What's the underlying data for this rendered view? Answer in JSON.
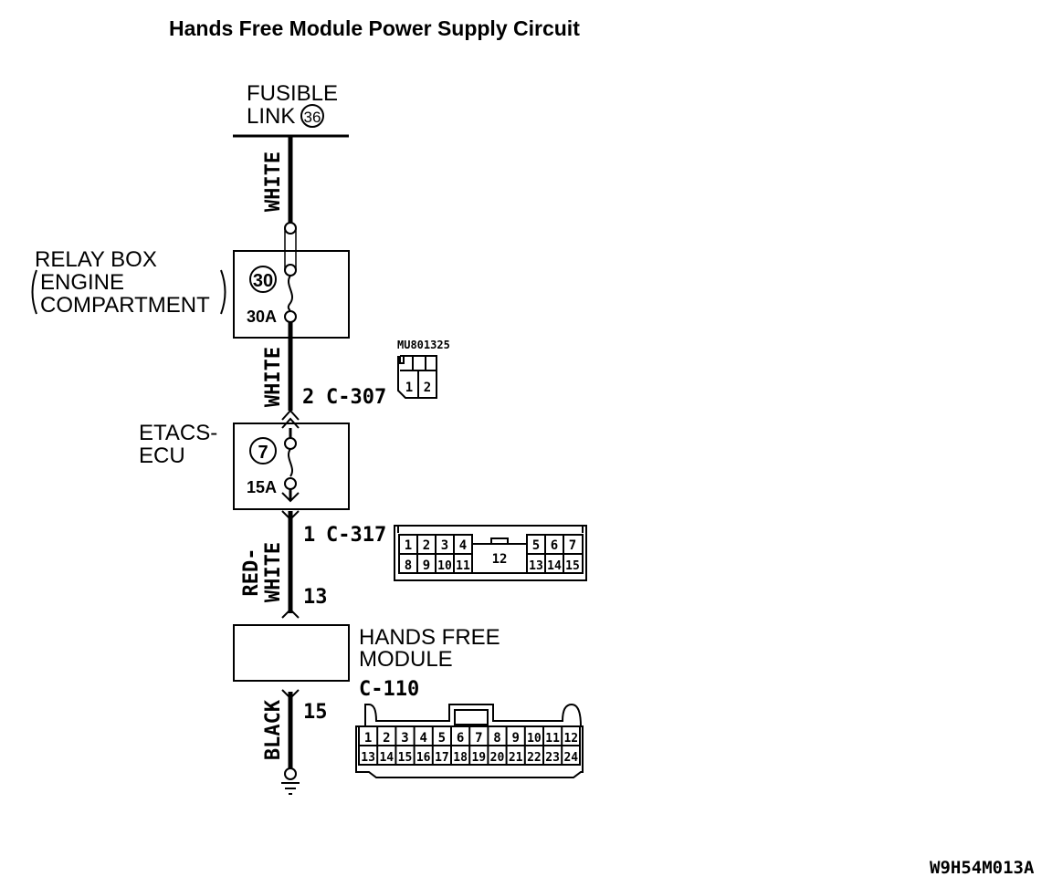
{
  "title": "Hands Free Module Power Supply Circuit",
  "fusible_link": {
    "line1": "FUSIBLE",
    "line2": "LINK",
    "number": "36"
  },
  "wires": {
    "white_top": "WHITE",
    "white_mid": "WHITE",
    "red_white_1": "RED-",
    "red_white_2": "WHITE",
    "black": "BLACK"
  },
  "relay_box": {
    "line1": "RELAY BOX",
    "line2": "ENGINE",
    "line3": "COMPARTMENT",
    "fuse_number": "30",
    "fuse_rating": "30A"
  },
  "connector_c307": {
    "pin": "2",
    "name": "C-307",
    "part_number": "MU801325",
    "pins": [
      "1",
      "2"
    ]
  },
  "etacs": {
    "line1": "ETACS-",
    "line2": "ECU",
    "fuse_number": "7",
    "fuse_rating": "15A"
  },
  "connector_c317": {
    "pin": "1",
    "name": "C-317",
    "pin_13": "13",
    "row1_left": [
      "1",
      "2",
      "3",
      "4"
    ],
    "row2_left": [
      "8",
      "9",
      "10",
      "11"
    ],
    "center": "12",
    "row1_right": [
      "5",
      "6",
      "7"
    ],
    "row2_right": [
      "13",
      "14",
      "15"
    ]
  },
  "hands_free_module": {
    "line1": "HANDS FREE",
    "line2": "MODULE",
    "connector": "C-110",
    "ground_pin": "15"
  },
  "connector_c110": {
    "row1": [
      "1",
      "2",
      "3",
      "4",
      "5",
      "6",
      "7",
      "8",
      "9",
      "10",
      "11",
      "12"
    ],
    "row2": [
      "13",
      "14",
      "15",
      "16",
      "17",
      "18",
      "19",
      "20",
      "21",
      "22",
      "23",
      "24"
    ]
  },
  "figure_code": "W9H54M013A"
}
